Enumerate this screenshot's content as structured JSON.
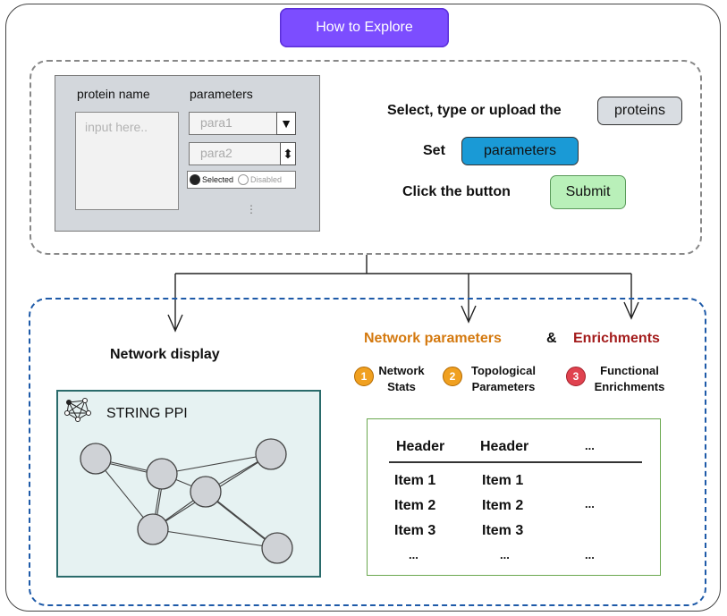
{
  "title_button": "How to Explore",
  "input_mock": {
    "protein_label": "protein name",
    "parameters_label": "parameters",
    "textarea_placeholder": "input here..",
    "para1": "para1",
    "para2": "para2",
    "radio_selected": "Selected",
    "radio_disabled": "Disabled",
    "more": "⋮"
  },
  "instructions": {
    "line1_text": "Select, type or upload the",
    "line1_pill": "proteins",
    "line2_text": "Set",
    "line2_pill": "parameters",
    "line3_text": "Click the button",
    "line3_pill": "Submit"
  },
  "outputs": {
    "network_display": "Network display",
    "network_parameters": "Network parameters",
    "ampersand": "&",
    "enrichments": "Enrichments",
    "steps": [
      {
        "num": "1",
        "line1": "Network",
        "line2": "Stats"
      },
      {
        "num": "2",
        "line1": "Topological",
        "line2": "Parameters"
      },
      {
        "num": "3",
        "line1": "Functional",
        "line2": "Enrichments"
      }
    ],
    "ppi_title": "STRING PPI"
  },
  "table": {
    "headers": [
      "Header",
      "Header",
      "..."
    ],
    "rows": [
      [
        "Item 1",
        "Item 1",
        ""
      ],
      [
        "Item 2",
        "Item 2",
        "..."
      ],
      [
        "Item 3",
        "Item 3",
        ""
      ],
      [
        "...",
        "...",
        "..."
      ]
    ]
  },
  "colors": {
    "title_bg": "#7c4dff",
    "proteins_pill": "#d9dde2",
    "parameters_pill": "#1a9ad6",
    "submit_pill": "#b9f0b9",
    "orange": "#d4790f",
    "darkred": "#a31b1b",
    "blue_dash": "#1e5aa8"
  }
}
